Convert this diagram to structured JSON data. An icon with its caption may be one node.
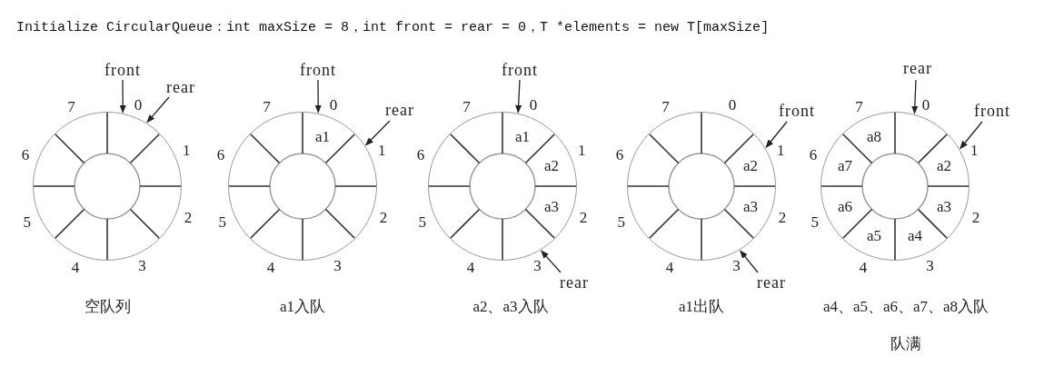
{
  "diagram": {
    "title": "Initialize CircularQueue：int maxSize = 8，int front = rear = 0，T *elements = new T[maxSize]",
    "nodes": [
      {
        "text": [
          "front"
        ]
      },
      {
        "text": [
          "rear"
        ]
      },
      {
        "text": [],
        "shape": "circle",
        "beside": [
          "0",
          "1",
          "2",
          "3",
          "4",
          "5",
          "6",
          "7"
        ]
      },
      {
        "text": [
          "front"
        ]
      },
      {
        "text": [
          "rear"
        ]
      },
      {
        "text": [
          "a1"
        ],
        "beside": [
          "0",
          "1",
          "2",
          "3",
          "4",
          "5",
          "6",
          "7"
        ]
      },
      {
        "text": [
          "front"
        ]
      },
      {
        "text": [
          "rear"
        ]
      },
      {
        "text": [
          "a1",
          "a2",
          "a3"
        ],
        "beside": [
          "0",
          "1",
          "2",
          "3",
          "4",
          "5",
          "6",
          "7"
        ]
      },
      {
        "text": [
          "front"
        ]
      },
      {
        "text": [
          "rear"
        ]
      },
      {
        "text": [
          "a2",
          "a3"
        ],
        "beside": [
          "0",
          "1",
          "2",
          "3",
          "4",
          "5",
          "6",
          "7"
        ]
      },
      {
        "text": [
          "rear"
        ]
      },
      {
        "text": [
          "front"
        ]
      },
      {
        "text": [
          "a2",
          "a3",
          "a4",
          "a5",
          "a6",
          "a7",
          "a8"
        ],
        "beside": [
          "0",
          "1",
          "2",
          "3",
          "4",
          "5",
          "6",
          "7"
        ]
      }
    ],
    "labels": [
      "空队列",
      "a1入队",
      "a2、a3入队",
      "a1出队",
      "a4、a5、a6、a7、a8入队",
      "队满"
    ],
    "edges": [
      {
        "from": 0,
        "to": 2,
        "arrow": "to"
      },
      {
        "from": 1,
        "to": 2,
        "arrow": "to"
      },
      {
        "from": 3,
        "to": 5,
        "arrow": "to"
      },
      {
        "from": 4,
        "to": 5,
        "arrow": "to"
      },
      {
        "from": 6,
        "to": 8,
        "arrow": "to"
      },
      {
        "from": 7,
        "to": 8,
        "arrow": "to"
      },
      {
        "from": 9,
        "to": 11,
        "arrow": "to"
      },
      {
        "from": 10,
        "to": 11,
        "arrow": "to"
      },
      {
        "from": 12,
        "to": 14,
        "arrow": "to"
      },
      {
        "from": 13,
        "to": 14,
        "arrow": "to"
      }
    ]
  }
}
